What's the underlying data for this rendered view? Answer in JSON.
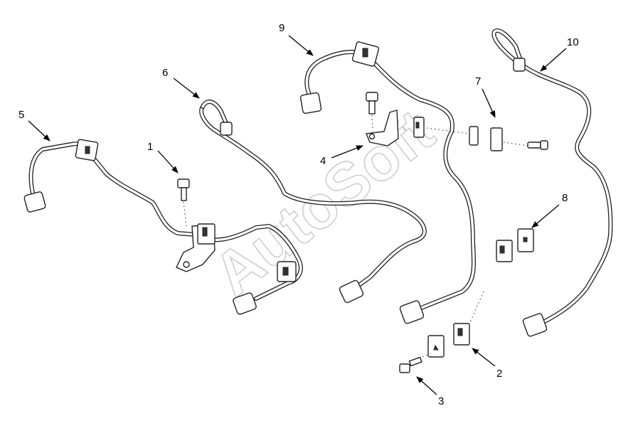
{
  "watermark": "AutoSoft",
  "callouts": [
    {
      "id": "1",
      "label": "1"
    },
    {
      "id": "2",
      "label": "2"
    },
    {
      "id": "3",
      "label": "3"
    },
    {
      "id": "4",
      "label": "4"
    },
    {
      "id": "5",
      "label": "5"
    },
    {
      "id": "6",
      "label": "6"
    },
    {
      "id": "7",
      "label": "7"
    },
    {
      "id": "8",
      "label": "8"
    },
    {
      "id": "9",
      "label": "9"
    },
    {
      "id": "10",
      "label": "10"
    }
  ],
  "colors": {
    "line": "#222222",
    "background": "#ffffff",
    "watermark": "#cfcfcf"
  }
}
